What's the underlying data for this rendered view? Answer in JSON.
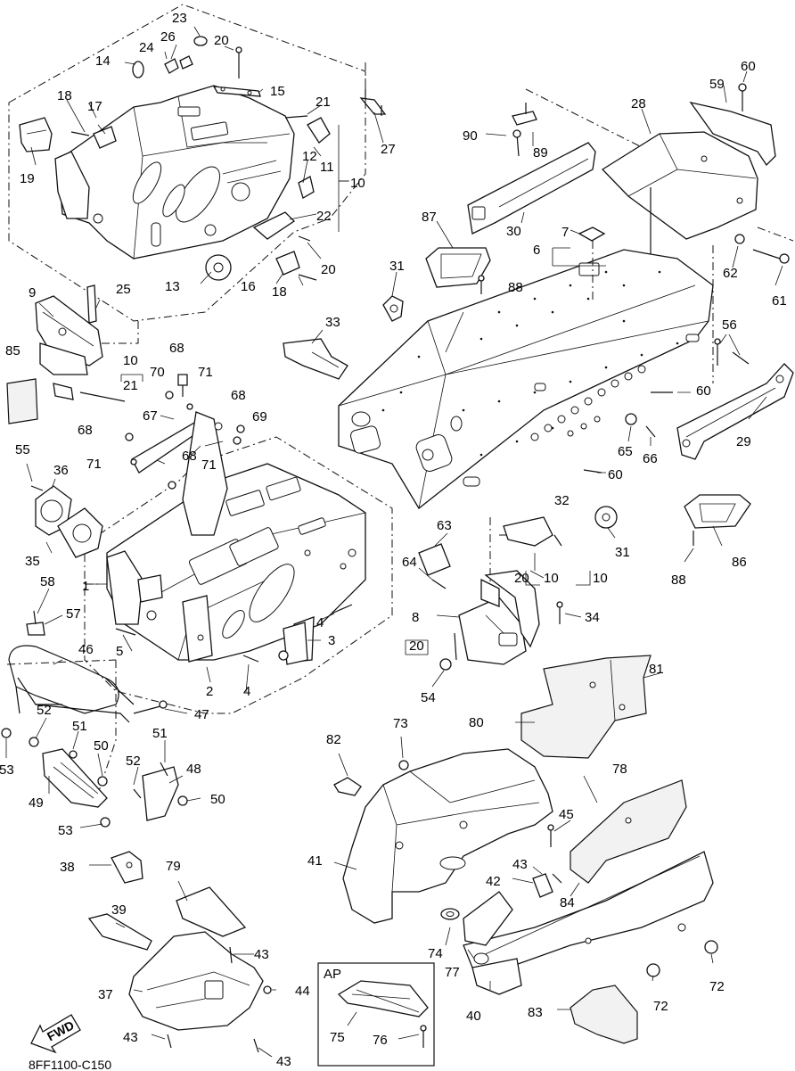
{
  "drawing_code": "8FF1100-C150",
  "fwd_label": "FWD",
  "inset_label": "AP",
  "callouts": [
    "1",
    "2",
    "3",
    "4",
    "4",
    "5",
    "6",
    "7",
    "8",
    "9",
    "10",
    "10",
    "10",
    "10",
    "11",
    "12",
    "13",
    "14",
    "15",
    "16",
    "17",
    "18",
    "18",
    "19",
    "20",
    "20",
    "20",
    "20",
    "21",
    "21",
    "22",
    "23",
    "24",
    "25",
    "26",
    "27",
    "28",
    "29",
    "30",
    "31",
    "31",
    "32",
    "33",
    "34",
    "35",
    "36",
    "37",
    "38",
    "39",
    "40",
    "41",
    "42",
    "43",
    "43",
    "43",
    "43",
    "44",
    "45",
    "46",
    "47",
    "48",
    "49",
    "50",
    "50",
    "51",
    "51",
    "52",
    "52",
    "53",
    "53",
    "54",
    "55",
    "56",
    "57",
    "58",
    "59",
    "60",
    "60",
    "60",
    "61",
    "62",
    "63",
    "64",
    "65",
    "66",
    "67",
    "68",
    "68",
    "68",
    "68",
    "69",
    "70",
    "71",
    "71",
    "71",
    "72",
    "72",
    "73",
    "74",
    "75",
    "76",
    "77",
    "78",
    "79",
    "80",
    "81",
    "82",
    "83",
    "84",
    "85",
    "86",
    "87",
    "88",
    "88",
    "89",
    "90"
  ]
}
